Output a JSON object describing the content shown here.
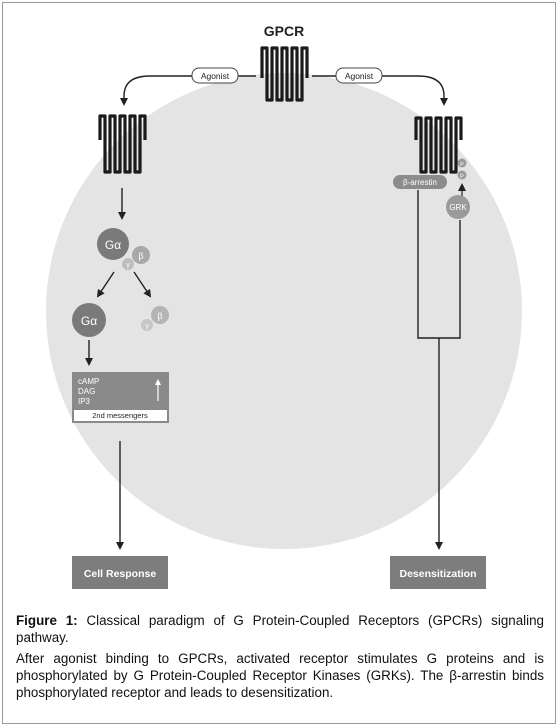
{
  "diagram": {
    "title": "GPCR",
    "agonist_left": "Agonist",
    "agonist_right": "Agonist",
    "g_alpha": "Gα",
    "g_beta": "β",
    "g_gamma": "γ",
    "messengers": [
      "cAMP",
      "DAG",
      "IP3"
    ],
    "messengers_label": "2nd messengers",
    "beta_arrestin": "β-arrestin",
    "phospho": "P",
    "grk": "GRK",
    "cell_response": "Cell Response",
    "desensitization": "Desensitization"
  },
  "caption": {
    "figure_label": "Figure 1:",
    "figure_title": "Classical paradigm of G Protein-Coupled Receptors (GPCRs) signaling pathway.",
    "description": "After agonist binding to GPCRs, activated receptor stimulates G proteins and is phosphorylated by G Protein-Coupled Receptor Kinases (GRKs). The β-arrestin binds phosphorylated receptor and leads to desensitization."
  }
}
